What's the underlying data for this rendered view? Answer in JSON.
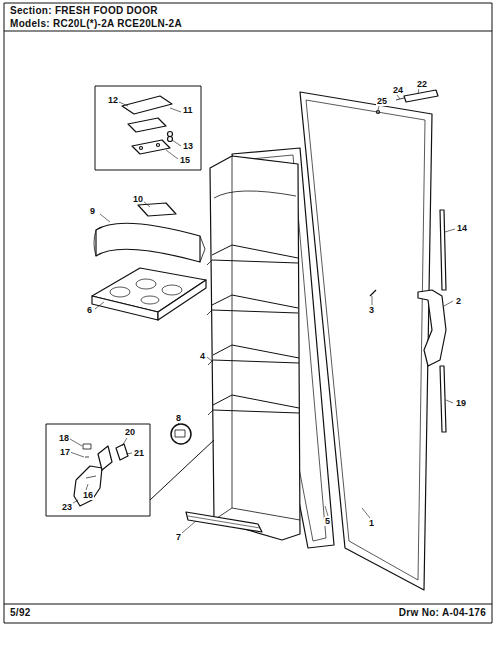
{
  "diagram": {
    "title": "Section: FRESH FOOD DOOR",
    "labels": [
      "Models: RC20L(*)-2A RCE20LN-2A",
      "22",
      "24",
      "25",
      "12",
      "11",
      "13",
      "15",
      "10",
      "9",
      "14",
      "6",
      "3",
      "2",
      "4",
      "19",
      "8",
      "18",
      "20",
      "17",
      "21",
      "16",
      "23",
      "7",
      "5",
      "1",
      "5/92",
      "Drw No: A-04-176"
    ]
  }
}
